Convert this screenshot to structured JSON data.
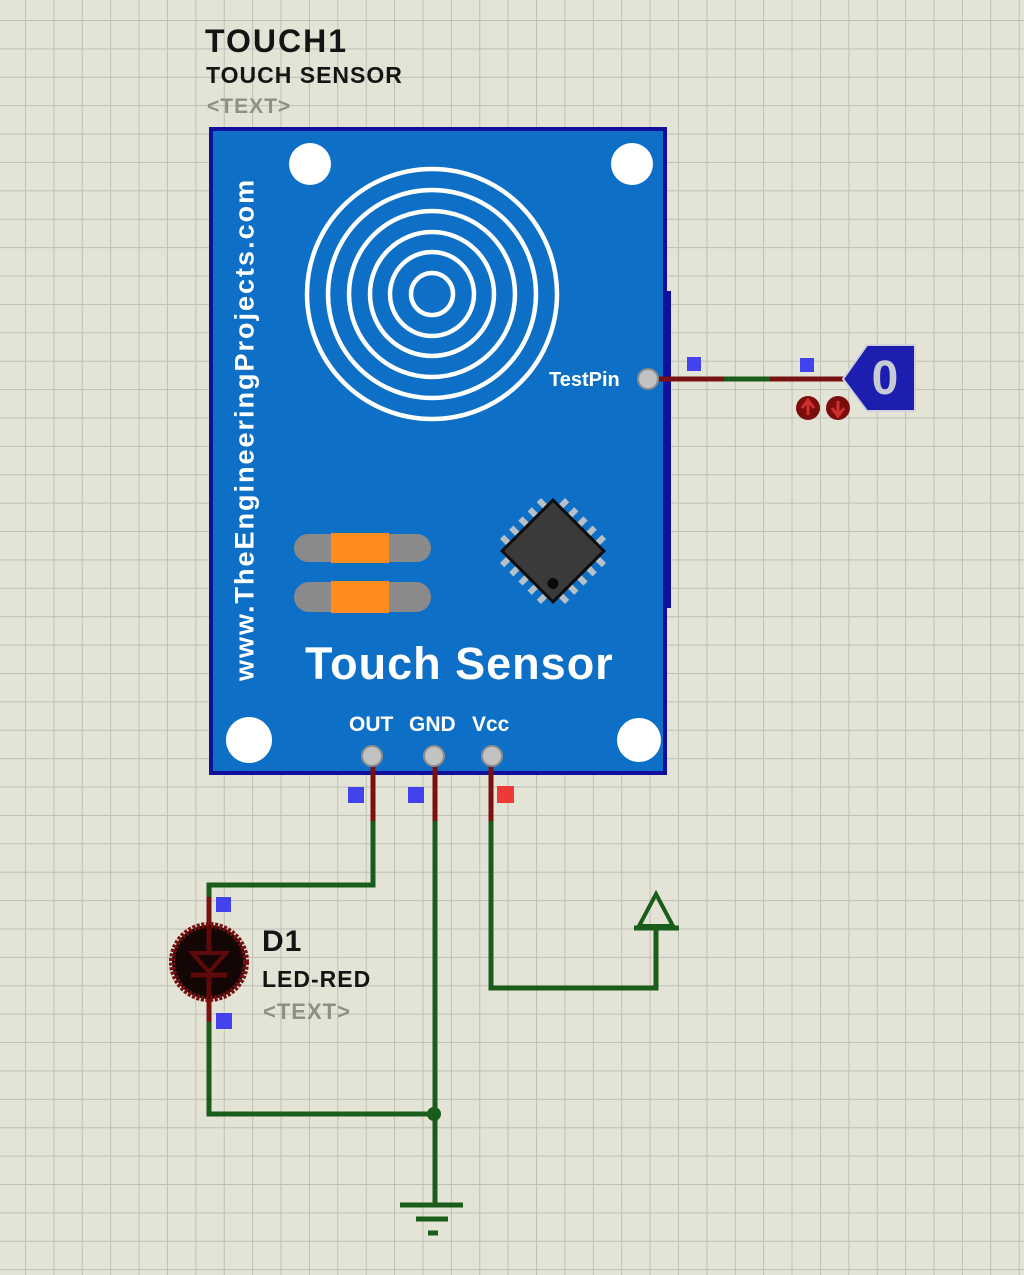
{
  "schematic": {
    "background": "#e3e3d6",
    "grid_color": "#bfbfb6"
  },
  "touch_module": {
    "ref": "TOUCH1",
    "part_value": "TOUCH SENSOR",
    "text_placeholder": "<TEXT>",
    "board_url": "www.TheEngineeringProjects.com",
    "board_title": "Touch Sensor",
    "testpin_label": "TestPin",
    "pin_labels": {
      "out": "OUT",
      "gnd": "GND",
      "vcc": "Vcc"
    }
  },
  "led": {
    "ref": "D1",
    "part_value": "LED-RED",
    "text_placeholder": "<TEXT>"
  },
  "probe": {
    "value": "0"
  },
  "colors": {
    "board_blue": "#0d6fc6",
    "board_border": "#10109d",
    "wire_green": "#1a5c1a",
    "wire_red": "#7a1111",
    "probe_blue": "#1d1db0",
    "marker_blue": "#4343ee",
    "marker_red": "#ee3939",
    "resistor_orange": "#ff8c1c",
    "pad_gray": "#c2c2c2"
  }
}
